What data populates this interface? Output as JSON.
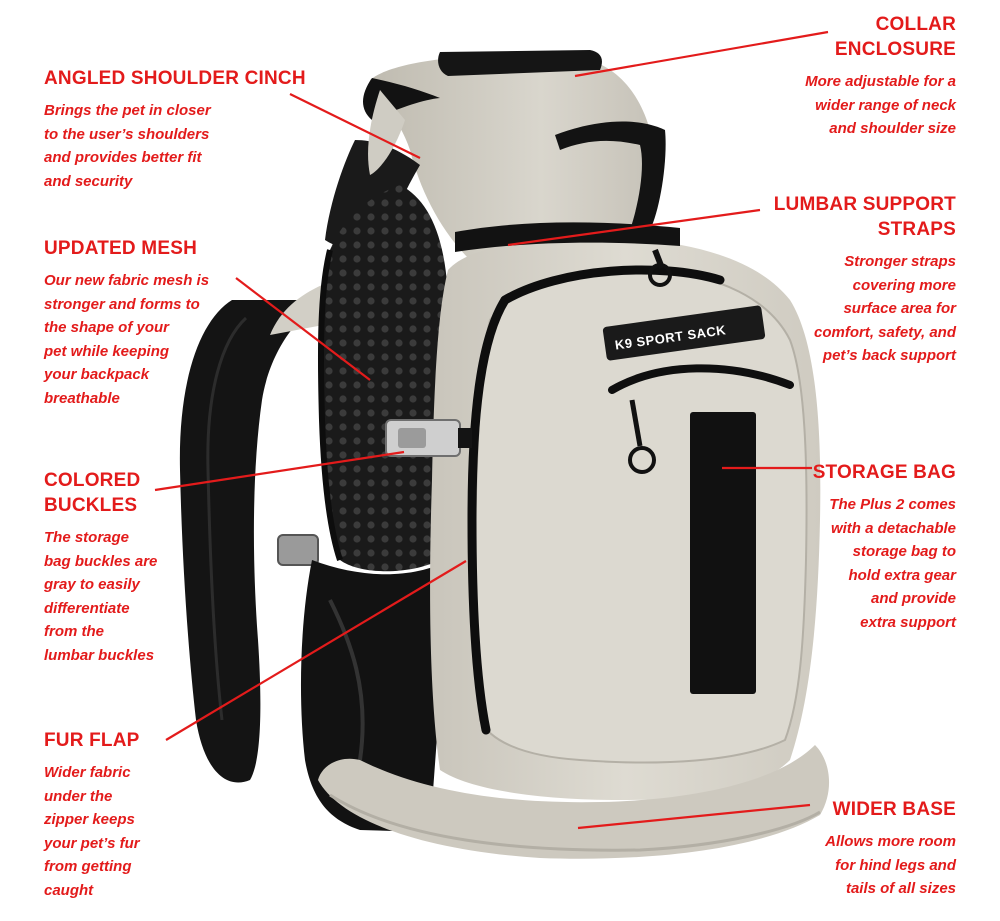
{
  "colors": {
    "annotation": "#e31b1b",
    "pack_body": "#d8d5cc",
    "pack_shadow": "#b9b5aa",
    "straps": "#111111",
    "mesh": "#1c1c1c"
  },
  "product": {
    "brand_label": "K9 SPORT SACK"
  },
  "annotations": {
    "collar": {
      "title_line1": "COLLAR",
      "title_line2": "ENCLOSURE",
      "desc_lines": [
        "More adjustable for a",
        "wider range of neck",
        "and shoulder size"
      ]
    },
    "cinch": {
      "title_line1": "ANGLED SHOULDER CINCH",
      "desc_lines": [
        "Brings the pet in closer",
        "to the user’s shoulders",
        "and provides better fit",
        "and security"
      ]
    },
    "lumbar": {
      "title_line1": "LUMBAR SUPPORT",
      "title_line2": "STRAPS",
      "desc_lines": [
        "Stronger straps",
        "covering more",
        "surface area for",
        "comfort, safety, and",
        "pet’s back support"
      ]
    },
    "mesh": {
      "title_line1": "UPDATED MESH",
      "desc_lines": [
        "Our new fabric mesh is",
        "stronger and forms to",
        "the shape of your",
        "pet while keeping",
        "your backpack",
        "breathable"
      ]
    },
    "buckles": {
      "title_line1": "COLORED",
      "title_line2": "BUCKLES",
      "desc_lines": [
        "The storage",
        "bag buckles are",
        "gray to easily",
        "differentiate",
        "from the",
        "lumbar buckles"
      ]
    },
    "storage": {
      "title_line1": "STORAGE BAG",
      "desc_lines": [
        "The Plus 2 comes",
        "with a detachable",
        "storage bag to",
        "hold extra gear",
        "and provide",
        "extra support"
      ]
    },
    "fur": {
      "title_line1": "FUR FLAP",
      "desc_lines": [
        "Wider fabric",
        "under the",
        "zipper keeps",
        "your pet’s fur",
        "from getting",
        "caught"
      ]
    },
    "base": {
      "title_line1": "WIDER BASE",
      "desc_lines": [
        "Allows more room",
        "for hind legs and",
        "tails of all sizes"
      ]
    }
  }
}
